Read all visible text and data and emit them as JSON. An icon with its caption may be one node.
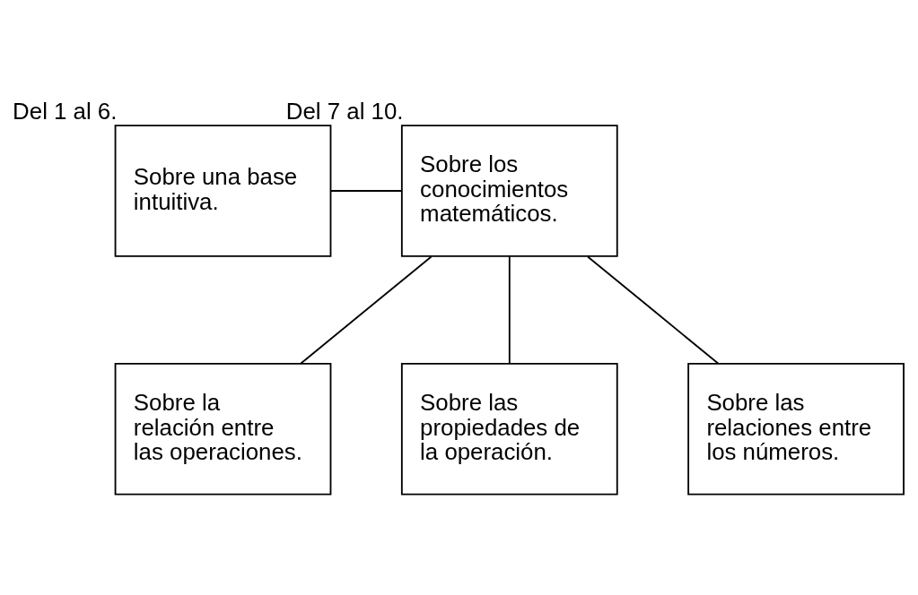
{
  "diagram": {
    "nodes": [
      {
        "text": [
          "Sobre una base intuitiva."
        ],
        "beside": [
          "Del 1 al 6."
        ]
      },
      {
        "text": [
          "Sobre los conocimientos matemáticos."
        ],
        "beside": [
          "Del 7 al 10."
        ]
      },
      {
        "text": [
          "Sobre la relación entre las operaciones."
        ]
      },
      {
        "text": [
          "Sobre las propiedades de la operación."
        ]
      },
      {
        "text": [
          "Sobre las relaciones entre los números."
        ]
      }
    ],
    "edges": [
      {
        "from": 0,
        "to": 1,
        "arrow": "none"
      },
      {
        "from": 1,
        "to": 2,
        "arrow": "none"
      },
      {
        "from": 1,
        "to": 3,
        "arrow": "none"
      },
      {
        "from": 1,
        "to": 4,
        "arrow": "none"
      }
    ]
  }
}
